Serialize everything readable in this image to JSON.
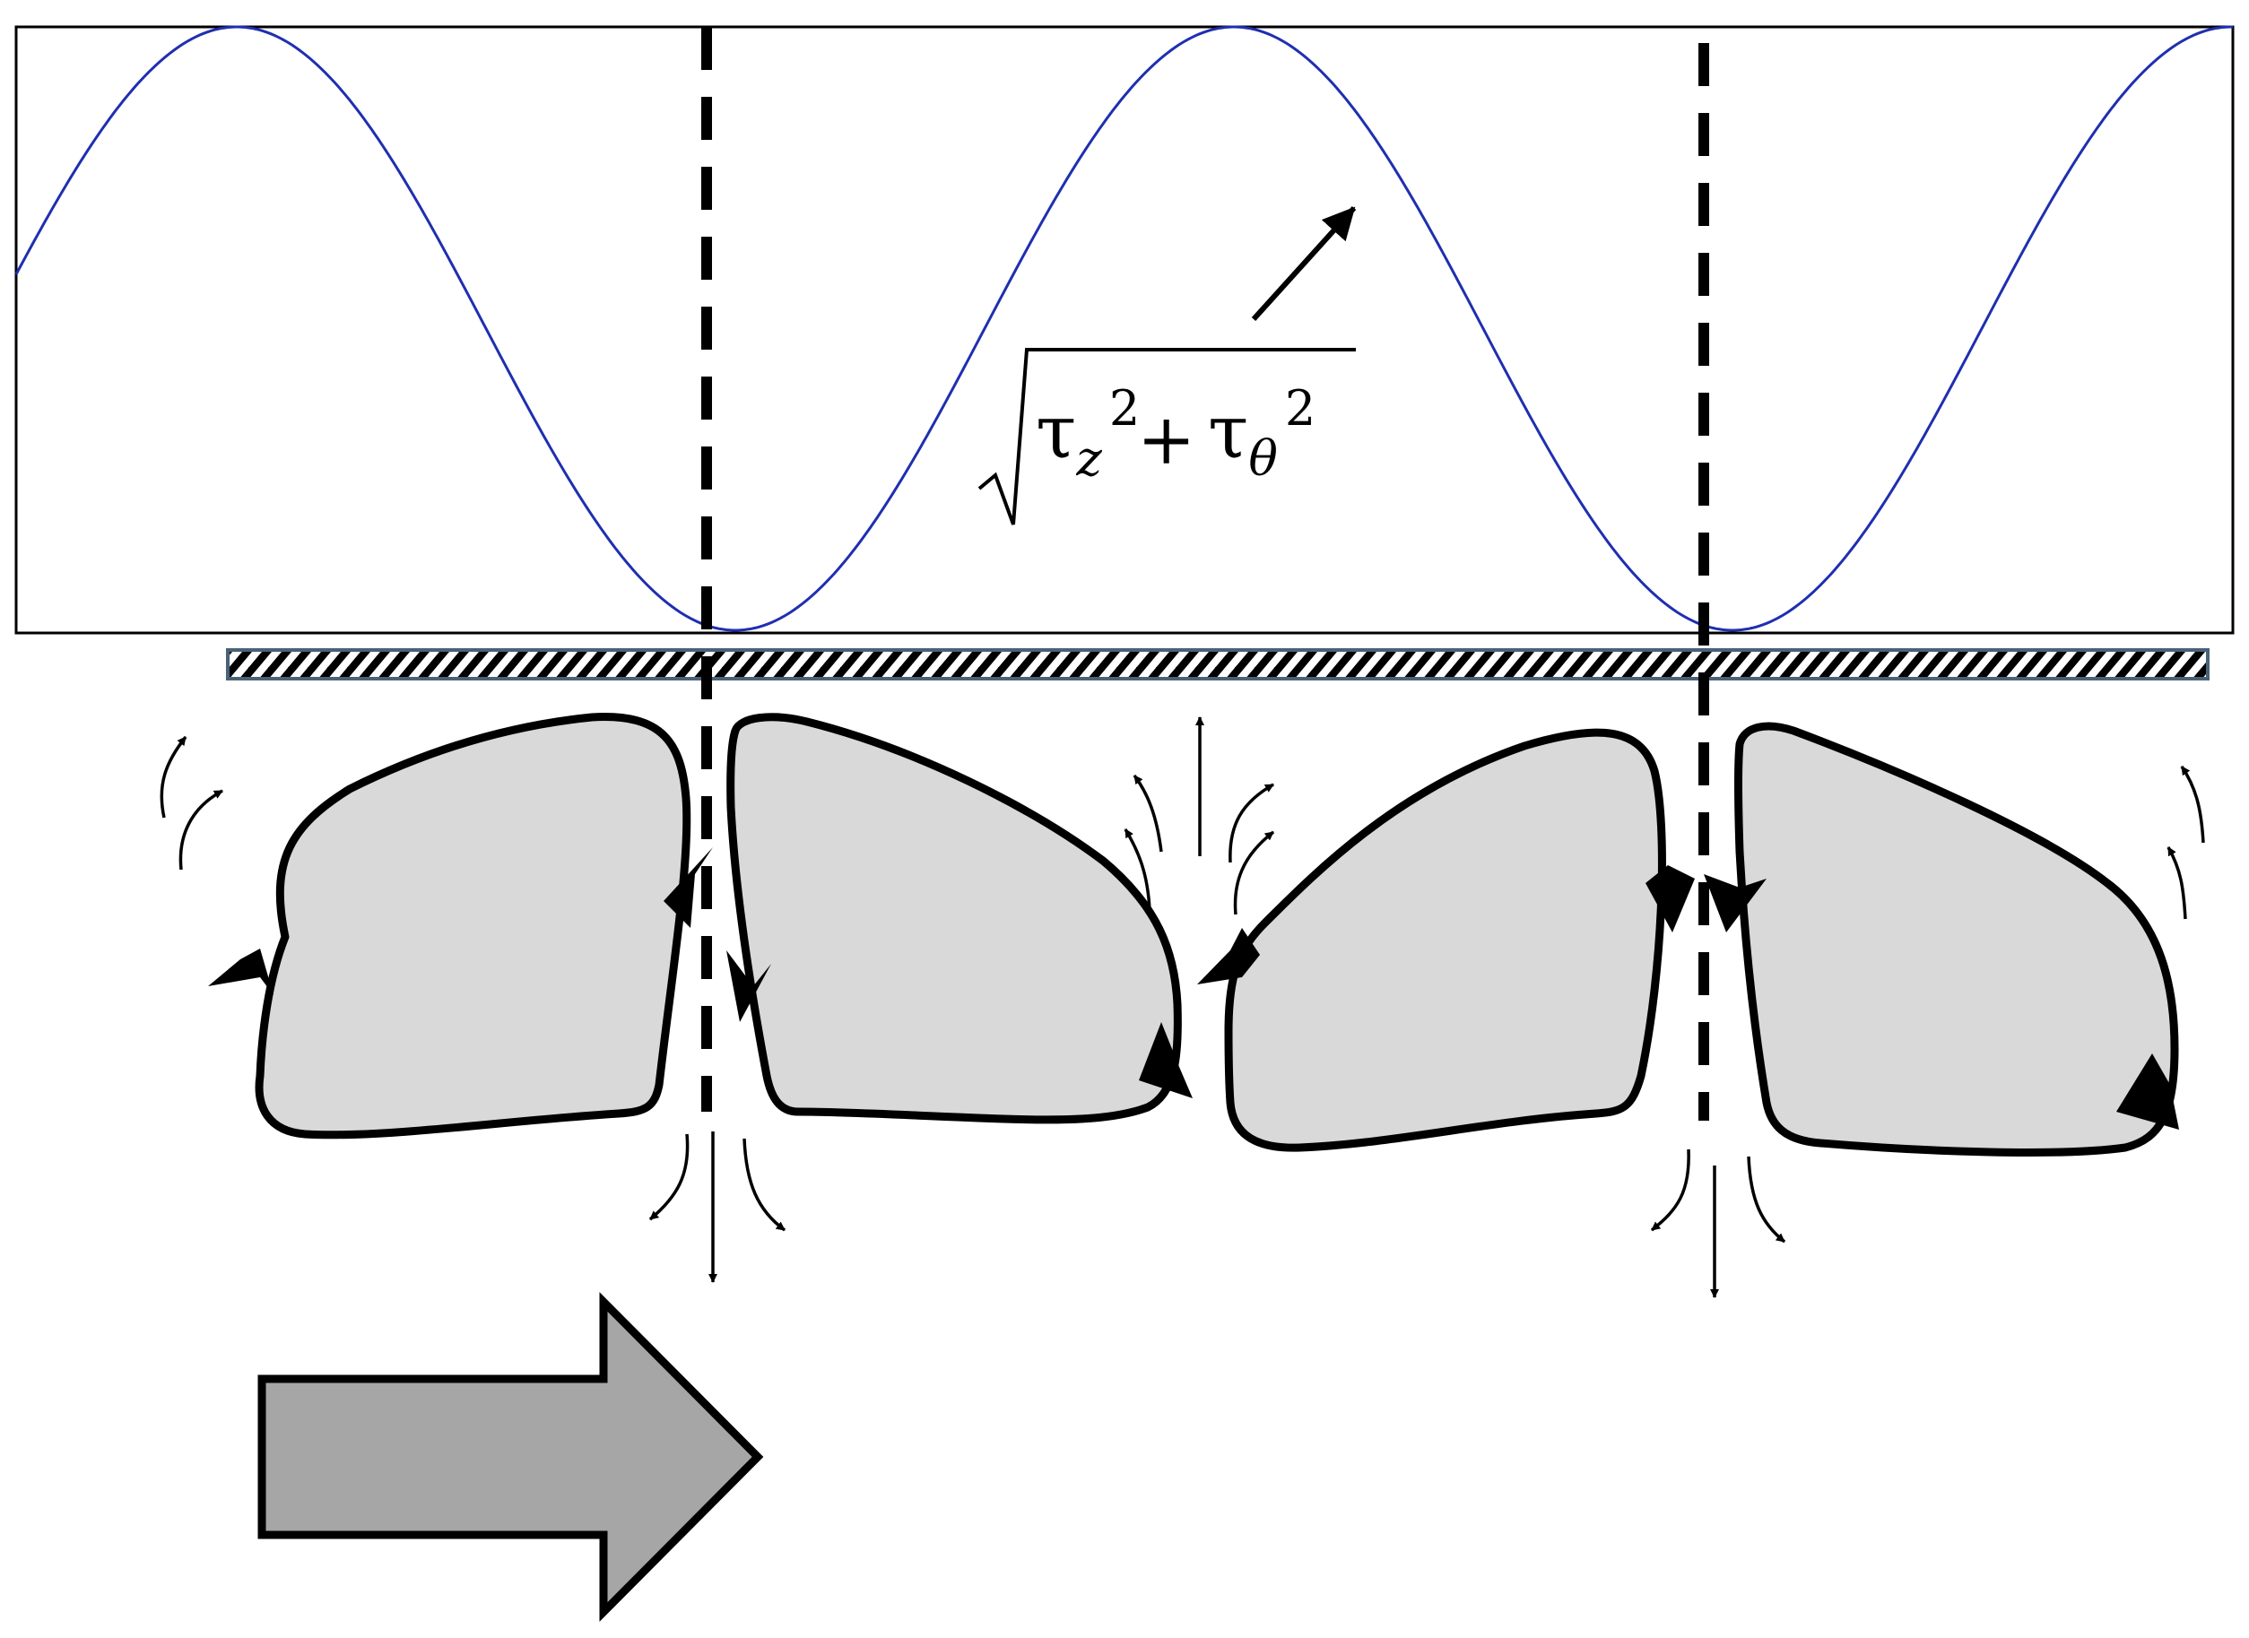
{
  "formula": {
    "radical": "√",
    "term1_base": "τ",
    "term1_sub": "z",
    "term1_sup": "2",
    "operator": "+",
    "term2_base": "τ",
    "term2_sub": "θ",
    "term2_sup": "2"
  },
  "colors": {
    "curve": "#1f2fb0",
    "cell_fill": "#d9d9d9",
    "big_arrow_fill": "#a6a6a6",
    "stroke": "#000000",
    "wall_border": "#4a6278"
  },
  "icons": {
    "direction_arrow": "big-right-arrow-icon",
    "pointer_arrow": "diagonal-arrow-icon"
  }
}
